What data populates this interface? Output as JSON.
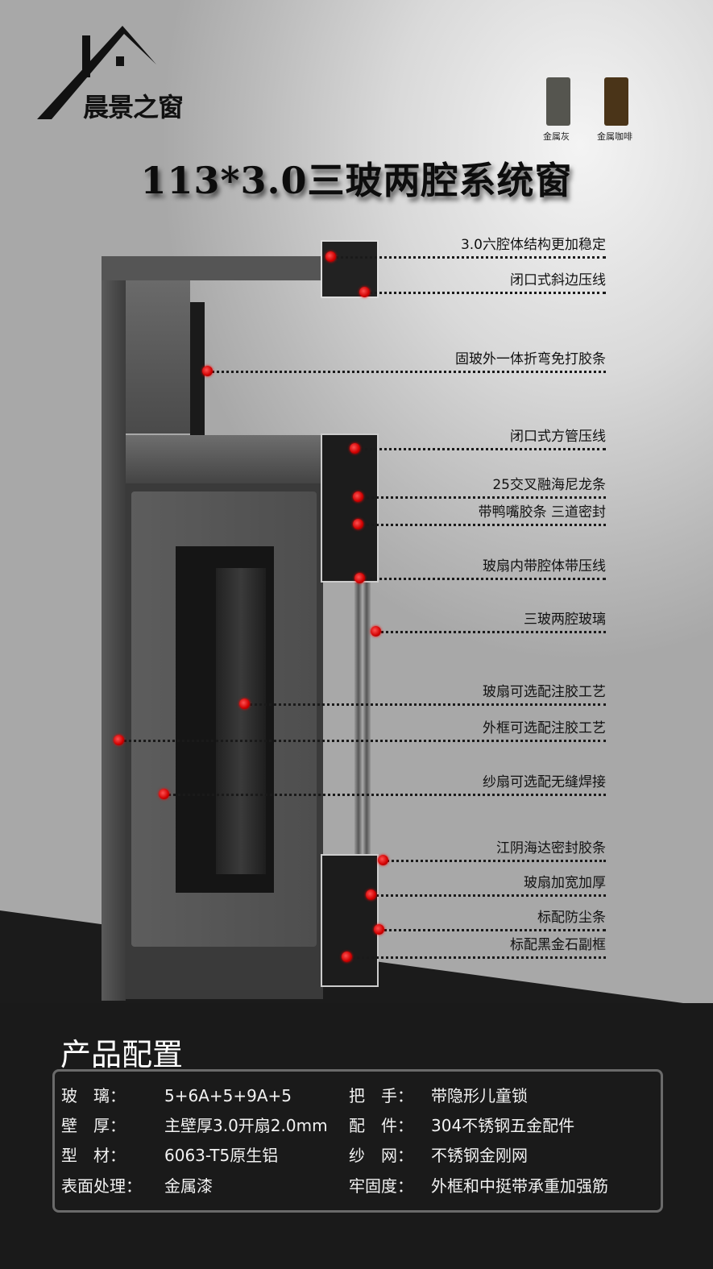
{
  "brand": {
    "name": "晨景之窗"
  },
  "colors": [
    {
      "label": "金属灰",
      "hex": "#55554f"
    },
    {
      "label": "金属咖啡",
      "hex": "#4a3418"
    }
  ],
  "title": "113*3.0三玻两腔系统窗",
  "callouts": [
    "3.0六腔体结构更加稳定",
    "闭口式斜边压线",
    "固玻外一体折弯免打胶条",
    "闭口式方管压线",
    "25交叉融海尼龙条",
    "带鸭嘴胶条 三道密封",
    "玻扇内带腔体带压线",
    "三玻两腔玻璃",
    "玻扇可选配注胶工艺",
    "外框可选配注胶工艺",
    "纱扇可选配无缝焊接",
    "江阴海达密封胶条",
    "玻扇加宽加厚",
    "标配防尘条",
    "标配黑金石副框"
  ],
  "config": {
    "title": "产品配置",
    "left": [
      {
        "k": "玻　璃：",
        "v": "5+6A+5+9A+5"
      },
      {
        "k": "壁　厚：",
        "v": "主壁厚3.0开扇2.0mm"
      },
      {
        "k": "型　材：",
        "v": "6063-T5原生铝"
      },
      {
        "k": "表面处理：",
        "v": "金属漆"
      }
    ],
    "right": [
      {
        "k": "把　手：",
        "v": "带隐形儿童锁"
      },
      {
        "k": "配　件：",
        "v": "304不锈钢五金配件"
      },
      {
        "k": "纱　网：",
        "v": "不锈钢金刚网"
      },
      {
        "k": "牢固度：",
        "v": "外框和中挺带承重加强筋"
      }
    ]
  }
}
